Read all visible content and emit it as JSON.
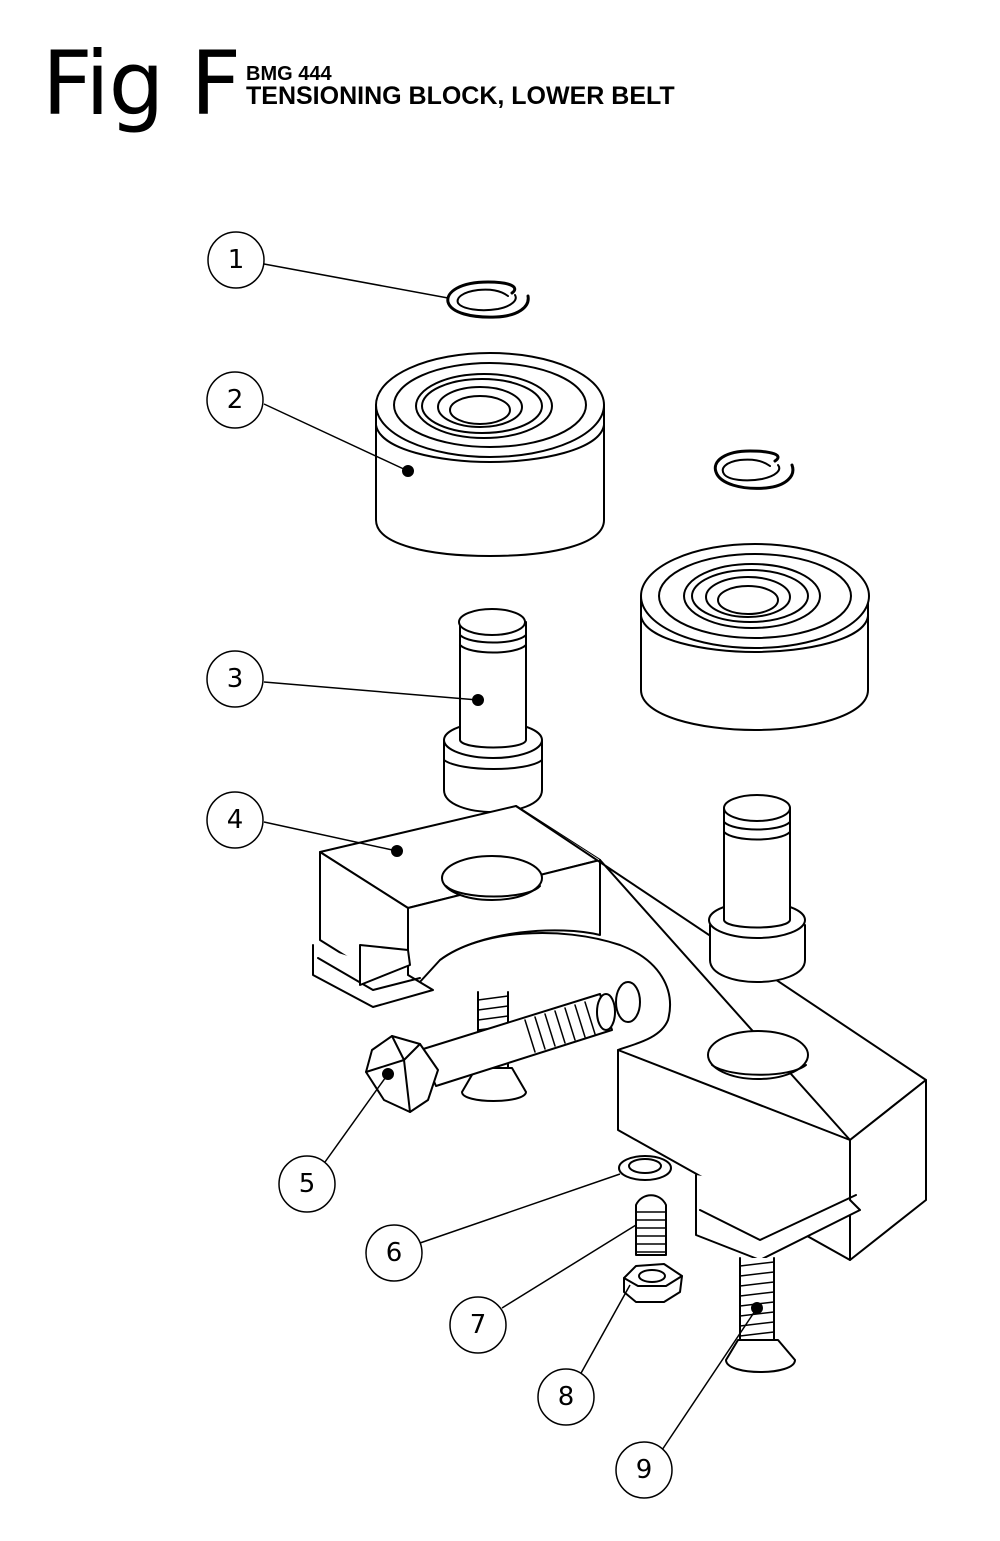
{
  "figure": {
    "label": "Fig F",
    "model": "BMG 444",
    "name": "TENSIONING BLOCK, LOWER BELT"
  },
  "callouts": [
    "1",
    "2",
    "3",
    "4",
    "5",
    "6",
    "7",
    "8",
    "9"
  ]
}
